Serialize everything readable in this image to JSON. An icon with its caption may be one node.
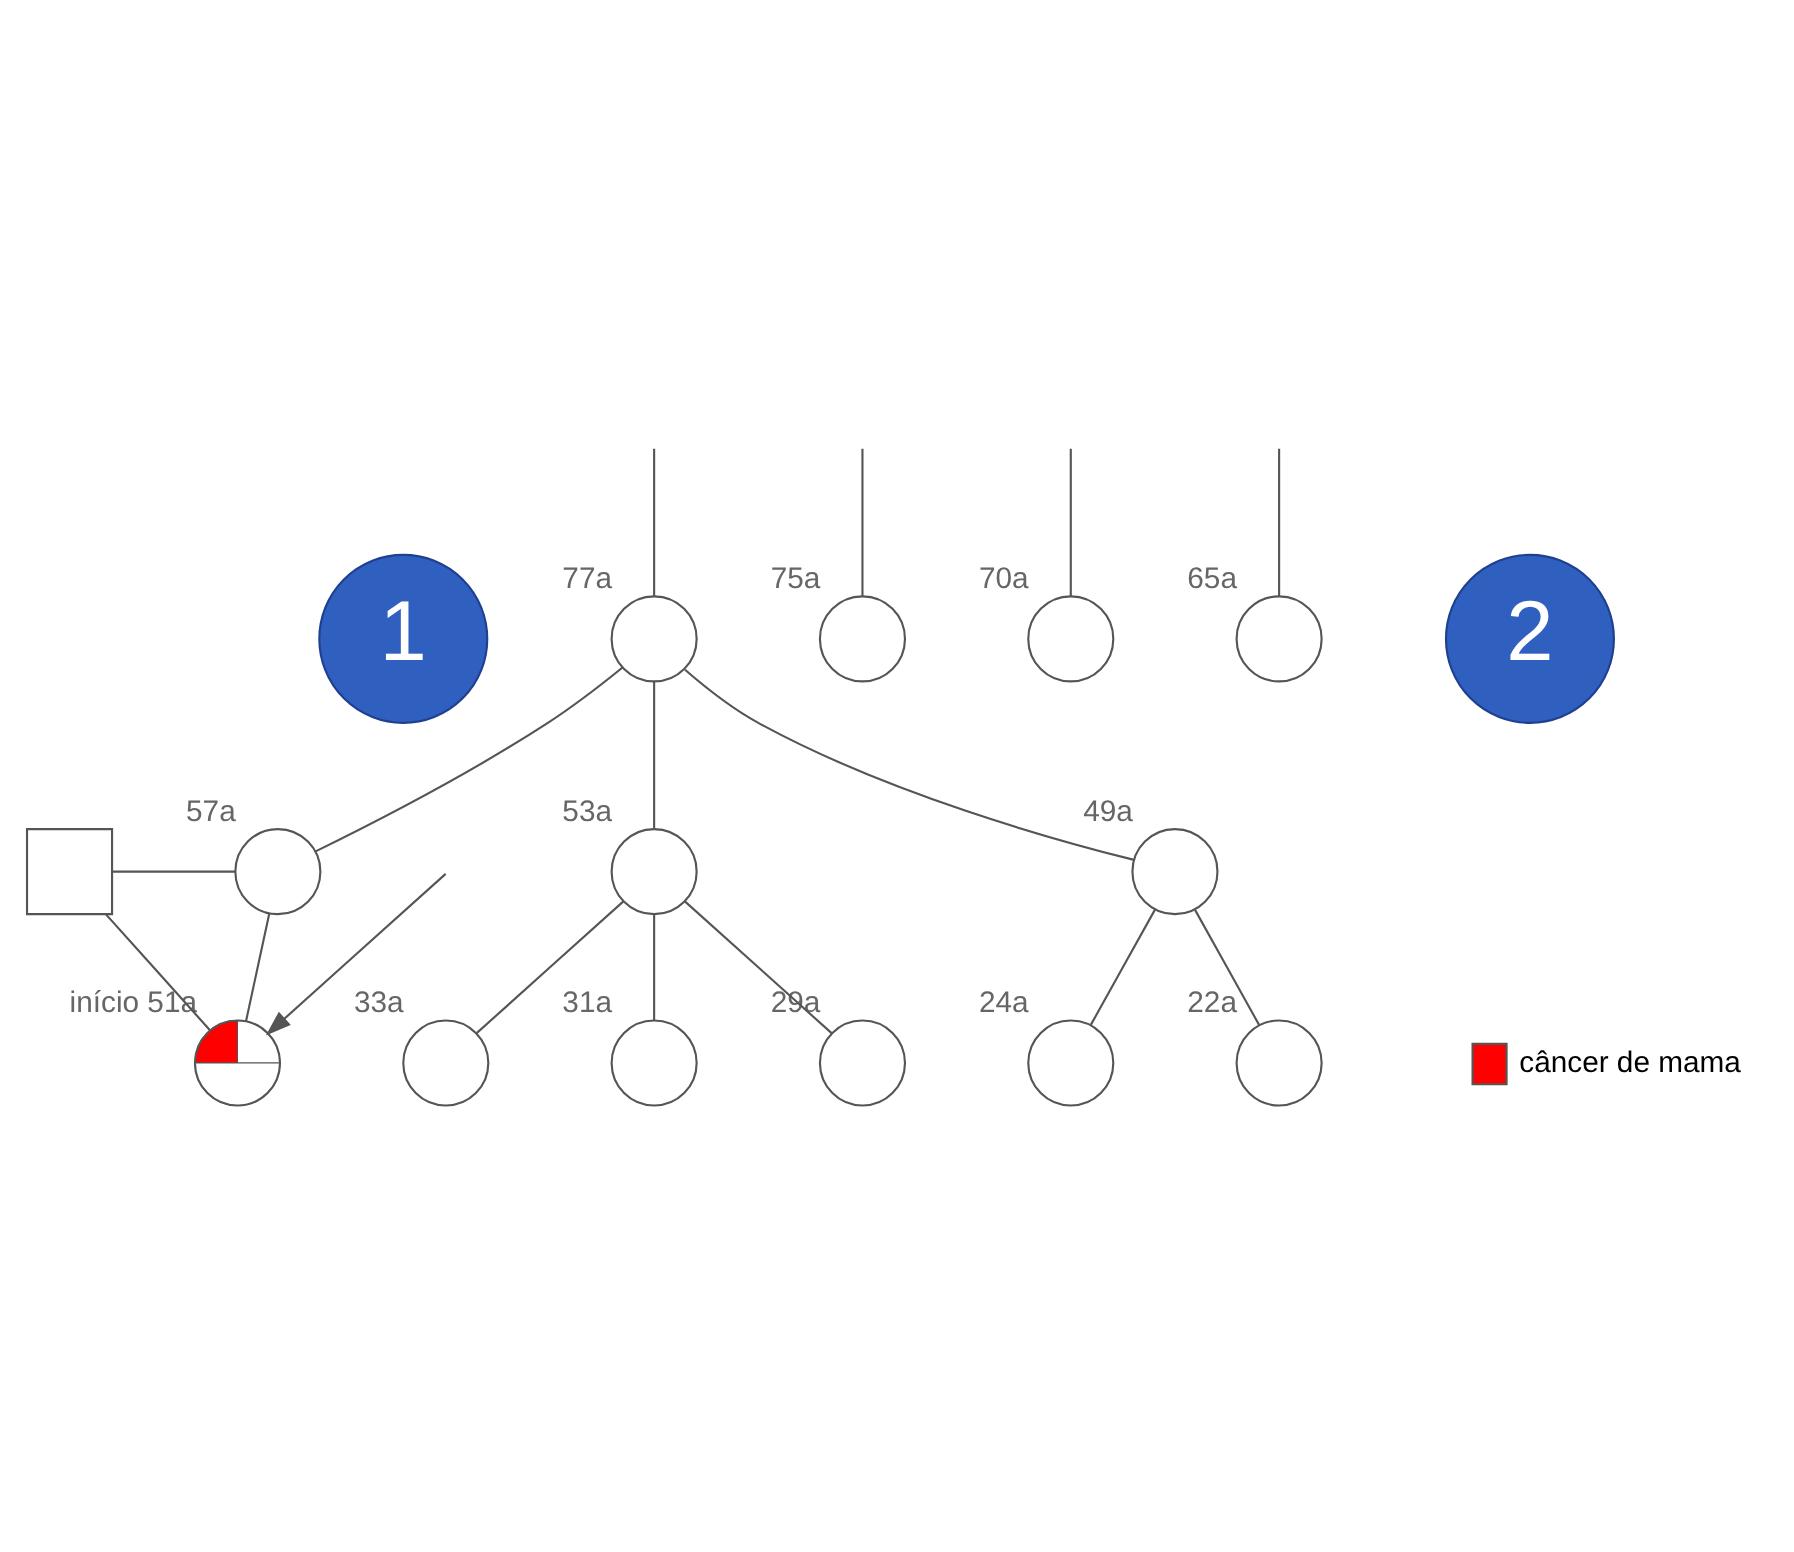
{
  "diagram": {
    "nodes": [
      {
        "text": [
          "1"
        ]
      },
      {
        "text": [],
        "shape": "circle",
        "beside": [
          "77a"
        ]
      },
      {
        "text": [],
        "shape": "circle",
        "beside": [
          "75a"
        ]
      },
      {
        "text": [],
        "shape": "circle",
        "beside": [
          "70a"
        ]
      },
      {
        "text": [],
        "shape": "circle",
        "beside": [
          "65a"
        ]
      },
      {
        "text": [
          "2"
        ]
      },
      {
        "text": [],
        "shape": "box"
      },
      {
        "text": [],
        "shape": "circle",
        "beside": [
          "57a"
        ]
      },
      {
        "text": [],
        "shape": "circle",
        "beside": [
          "53a"
        ]
      },
      {
        "text": [],
        "shape": "circle",
        "beside": [
          "49a"
        ]
      },
      {
        "text": [],
        "shape": "circle",
        "beside": [
          "início 51a"
        ]
      },
      {
        "text": [],
        "shape": "circle",
        "beside": [
          "33a"
        ]
      },
      {
        "text": [],
        "shape": "circle",
        "beside": [
          "31a"
        ]
      },
      {
        "text": [],
        "shape": "circle",
        "beside": [
          "29a"
        ]
      },
      {
        "text": [],
        "shape": "circle",
        "beside": [
          "24a"
        ]
      },
      {
        "text": [],
        "shape": "circle",
        "beside": [
          "22a"
        ]
      }
    ],
    "edges": [
      {
        "from": null,
        "to": 1,
        "arrow": "none"
      },
      {
        "from": null,
        "to": 2,
        "arrow": "none"
      },
      {
        "from": null,
        "to": 3,
        "arrow": "none"
      },
      {
        "from": null,
        "to": 4,
        "arrow": "none"
      },
      {
        "from": 1,
        "to": 7,
        "arrow": "none"
      },
      {
        "from": 1,
        "to": 8,
        "arrow": "none"
      },
      {
        "from": 1,
        "to": 9,
        "arrow": "none"
      },
      {
        "from": 6,
        "to": 7,
        "arrow": "none"
      },
      {
        "from": 6,
        "to": 10,
        "arrow": "none"
      },
      {
        "from": 7,
        "to": 10,
        "arrow": "none"
      },
      {
        "from": 8,
        "to": 11,
        "arrow": "none"
      },
      {
        "from": 8,
        "to": 12,
        "arrow": "none"
      },
      {
        "from": 8,
        "to": 13,
        "arrow": "none"
      },
      {
        "from": 9,
        "to": 14,
        "arrow": "none"
      },
      {
        "from": 9,
        "to": 15,
        "arrow": "none"
      },
      {
        "from": null,
        "to": 10,
        "arrow": "to"
      }
    ],
    "legend": [
      {
        "text": "câncer de mama"
      }
    ]
  }
}
